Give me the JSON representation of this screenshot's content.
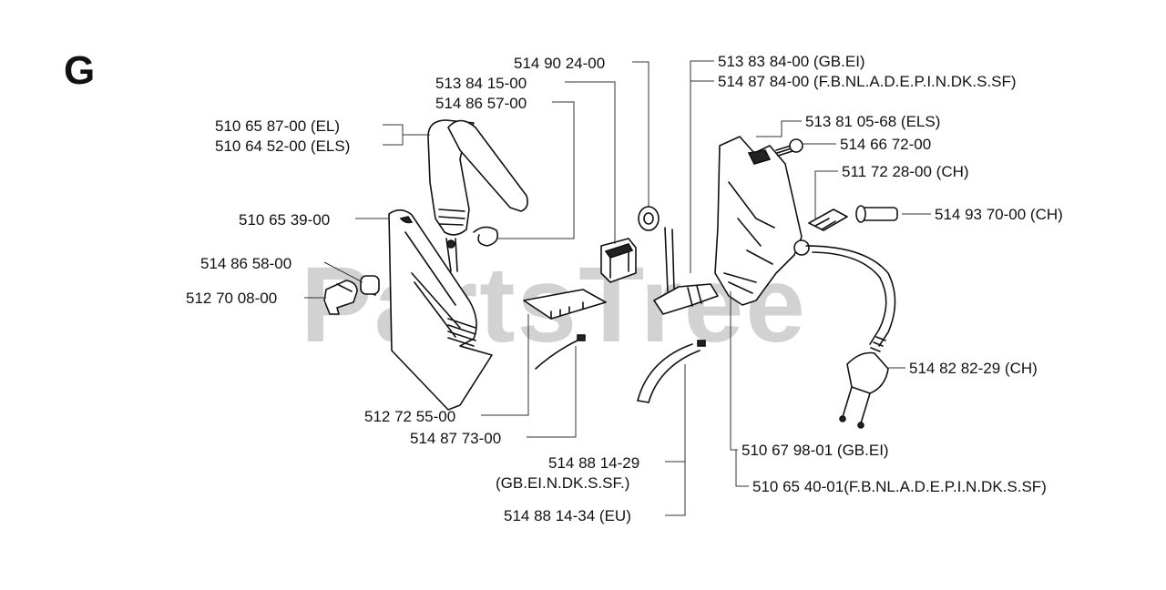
{
  "section_letter": "G",
  "watermark": "PartsTree",
  "labels": {
    "p514902400": "514 90 24-00",
    "p513841500": "513 84 15-00",
    "p514865700": "514 86 57-00",
    "p510658700": "510 65 87-00 (EL)",
    "p510645200": "510 64 52-00 (ELS)",
    "p510653900": "510 65 39-00",
    "p514865800": "514 86 58-00",
    "p512700800": "512 70 08-00",
    "p512725500": "512 72 55-00",
    "p514877300": "514 87 73-00",
    "p514881429a": "514 88 14-29",
    "p514881429b": "(GB.EI.N.DK.S.SF.)",
    "p514881434": "514 88 14-34 (EU)",
    "p513838400": "513 83 84-00 (GB.EI)",
    "p514878400": "514 87 84-00 (F.B.NL.A.D.E.P.I.N.DK.S.SF)",
    "p513810568": "513 81 05-68 (ELS)",
    "p514667200": "514 66 72-00",
    "p511722800": "511 72 28-00 (CH)",
    "p514937000": "514 93 70-00 (CH)",
    "p514828229": "514 82 82-29 (CH)",
    "p510679801": "510 67 98-01 (GB.EI)",
    "p510654001": "510 65 40-01(F.B.NL.A.D.E.P.I.N.DK.S.SF)"
  }
}
